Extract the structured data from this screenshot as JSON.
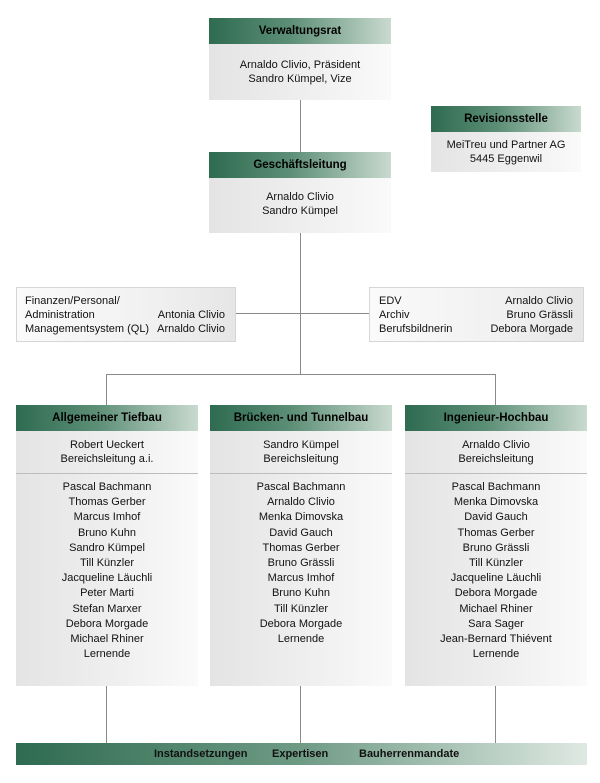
{
  "board": {
    "title": "Verwaltungsrat",
    "lines": [
      "Arnaldo Clivio, Präsident",
      "Sandro Kümpel, Vize"
    ]
  },
  "audit": {
    "title": "Revisionsstelle",
    "lines": [
      "MeiTreu und Partner AG",
      "5445 Eggenwil"
    ]
  },
  "management": {
    "title": "Geschäftsleitung",
    "lines": [
      "Arnaldo Clivio",
      "Sandro Kümpel"
    ]
  },
  "staff_left": {
    "rows": [
      {
        "label": "Finanzen/Personal/",
        "name": ""
      },
      {
        "label": "Administration",
        "name": "Antonia Clivio"
      },
      {
        "label": "Managementsystem (QL)",
        "name": "Arnaldo Clivio"
      }
    ]
  },
  "staff_right": {
    "rows": [
      {
        "label": "EDV",
        "name": "Arnaldo Clivio"
      },
      {
        "label": "Archiv",
        "name": "Bruno Grässli"
      },
      {
        "label": "Berufsbildnerin",
        "name": "Debora Morgade"
      }
    ]
  },
  "departments": [
    {
      "title": "Allgemeiner Tiefbau",
      "lead": [
        "Robert Ueckert",
        "Bereichsleitung a.i."
      ],
      "members": [
        "Pascal Bachmann",
        "Thomas Gerber",
        "Marcus Imhof",
        "Bruno Kuhn",
        "Sandro Kümpel",
        "Till Künzler",
        "Jacqueline Läuchli",
        "Peter Marti",
        "Stefan Marxer",
        "Debora Morgade",
        "Michael Rhiner",
        "Lernende"
      ]
    },
    {
      "title": "Brücken- und Tunnelbau",
      "lead": [
        "Sandro Kümpel",
        "Bereichsleitung"
      ],
      "members": [
        "Pascal Bachmann",
        "Arnaldo Clivio",
        "Menka Dimovska",
        "David Gauch",
        "Thomas Gerber",
        "Bruno Grässli",
        "Marcus Imhof",
        "Bruno Kuhn",
        "Till Künzler",
        "Debora Morgade",
        "Lernende"
      ]
    },
    {
      "title": "Ingenieur-Hochbau",
      "lead": [
        "Arnaldo Clivio",
        "Bereichsleitung"
      ],
      "members": [
        "Pascal Bachmann",
        "Menka Dimovska",
        "David Gauch",
        "Thomas Gerber",
        "Bruno Grässli",
        "Till Künzler",
        "Jacqueline Läuchli",
        "Debora Morgade",
        "Michael Rhiner",
        "Sara Sager",
        "Jean-Bernard Thiévent",
        "Lernende"
      ]
    }
  ],
  "footer": {
    "items": [
      "Instandsetzungen",
      "Expertisen",
      "Bauherrenmandate"
    ]
  }
}
